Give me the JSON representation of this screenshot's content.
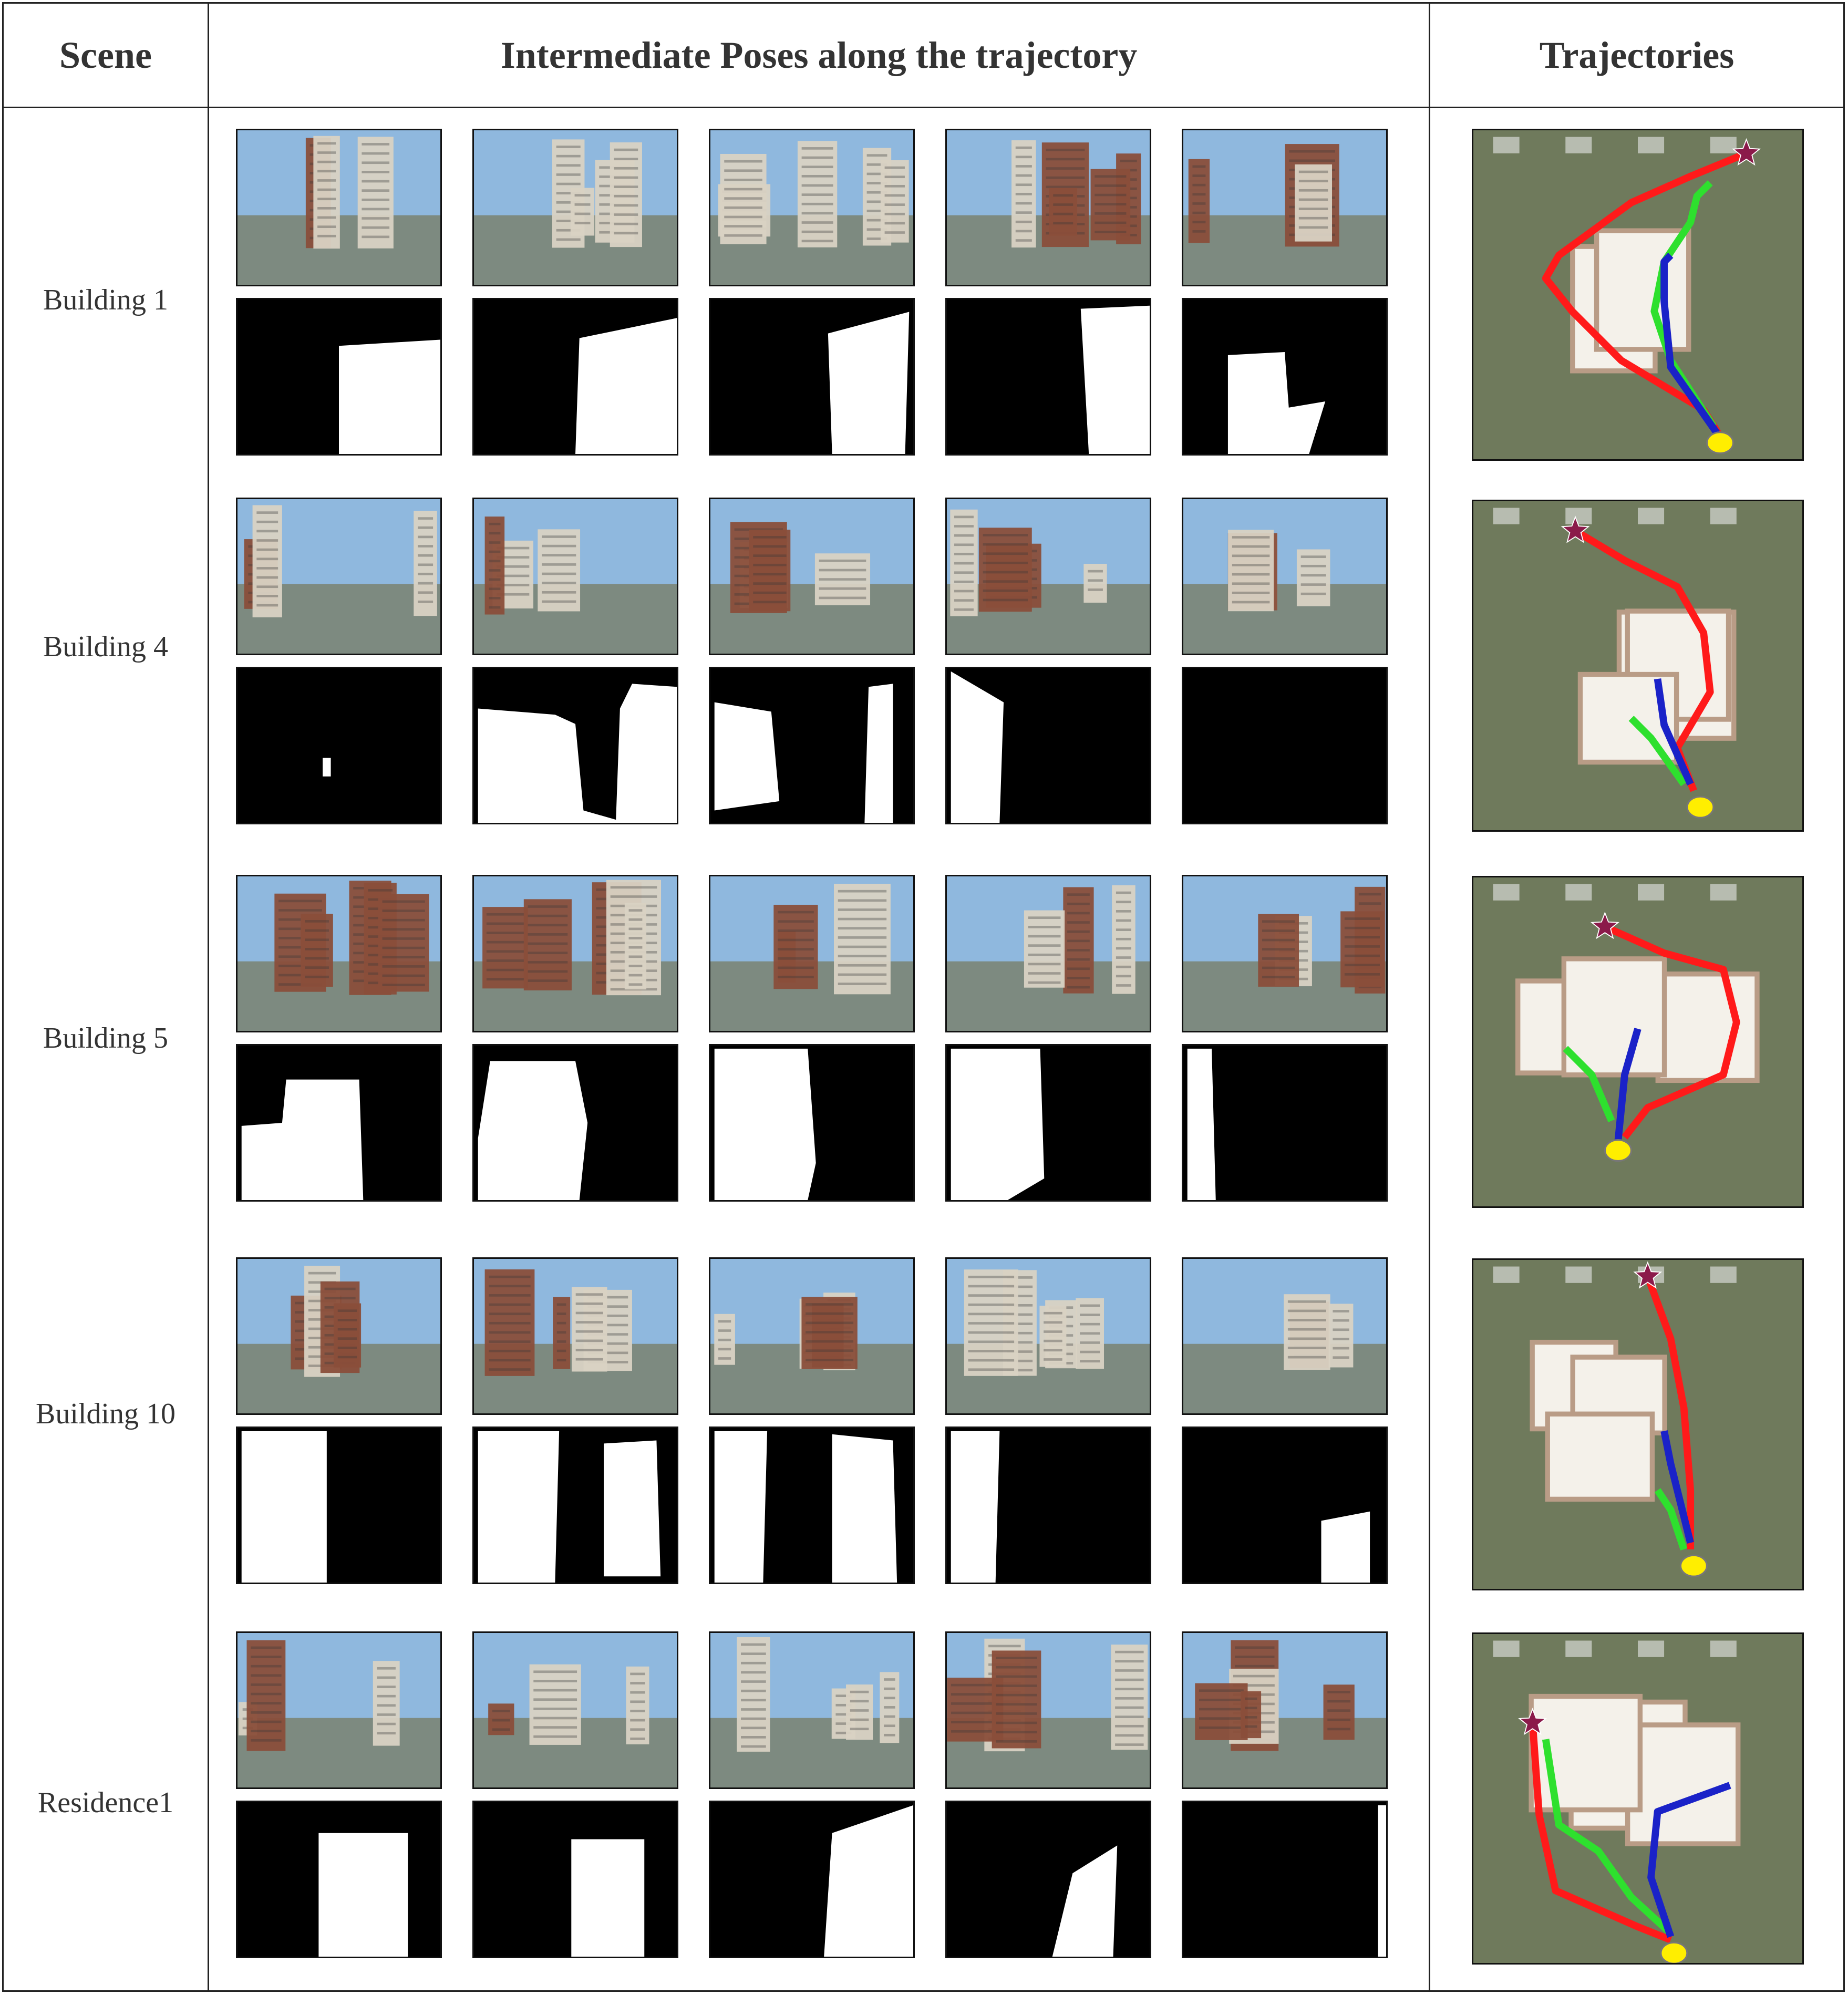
{
  "headers": {
    "scene": "Scene",
    "poses": "Intermediate Poses along the trajectory",
    "trajectories": "Trajectories"
  },
  "rows": [
    {
      "scene": "Building 1"
    },
    {
      "scene": "Building 4"
    },
    {
      "scene": "Building 5"
    },
    {
      "scene": "Building 10"
    },
    {
      "scene": "Residence1"
    }
  ],
  "colors": {
    "sky": "#8fb8de",
    "ground": "#7d8a80",
    "brick": "#8a4e3a",
    "facade": "#d9d2c3",
    "mask_bg": "#000000",
    "mask_fg": "#ffffff",
    "map_bg": "#6f7a5c",
    "roof": "#f4f1ea",
    "path_red": "#ff1a1a",
    "path_green": "#2ee02e",
    "path_blue": "#1a22c8",
    "start_marker": "#ffee00",
    "goal_marker": "#8b1a4a"
  }
}
